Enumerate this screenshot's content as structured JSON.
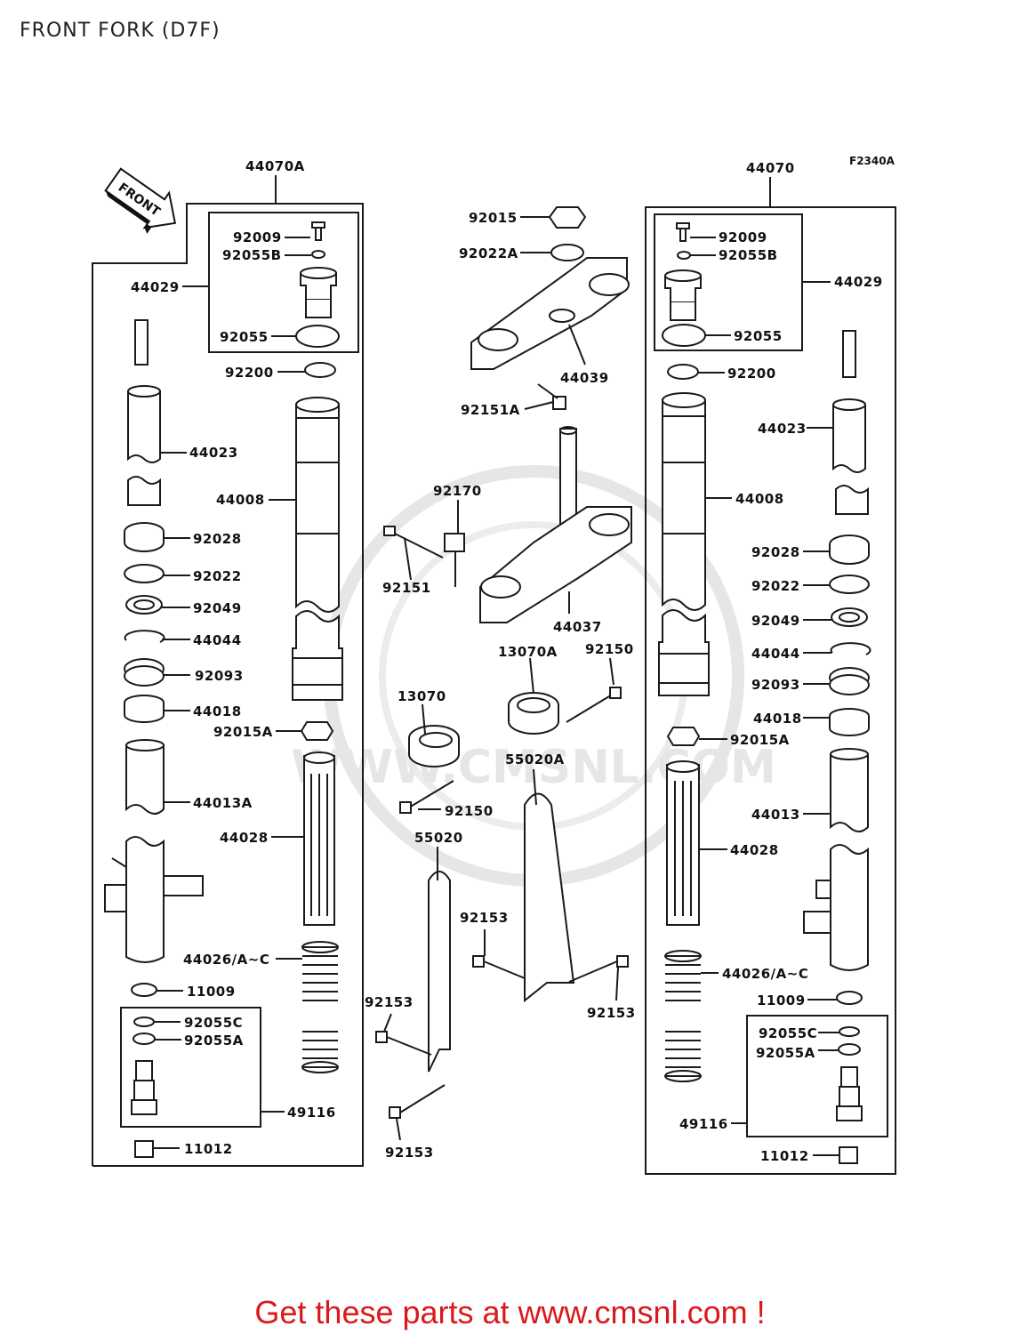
{
  "title": "FRONT FORK (D7F)",
  "figure_code": "F2340A",
  "front_label": "FRONT",
  "watermark": "WWW.CMSNL.COM",
  "footer": "Get these parts at www.cmsnl.com !",
  "labels": {
    "l44070A": "44070A",
    "l44070": "44070",
    "l92009a": "92009",
    "l92055Ba": "92055B",
    "l44029a": "44029",
    "l92055a": "92055",
    "l92200a": "92200",
    "l44023a": "44023",
    "l44008a": "44008",
    "l92028a": "92028",
    "l92022a": "92022",
    "l92049a": "92049",
    "l44044a": "44044",
    "l92093a": "92093",
    "l44018a": "44018",
    "l92015Aa": "92015A",
    "l44013A": "44013A",
    "l44028a": "44028",
    "l44026a": "44026/A~C",
    "l11009a": "11009",
    "l92055Ca": "92055C",
    "l92055Aa": "92055A",
    "l49116a": "49116",
    "l11012a": "11012",
    "l92015": "92015",
    "l92022A": "92022A",
    "l44039": "44039",
    "l92151A": "92151A",
    "l92170": "92170",
    "l92151": "92151",
    "l44037": "44037",
    "l13070A": "13070A",
    "l92150a": "92150",
    "l13070": "13070",
    "l92150b": "92150",
    "l55020A": "55020A",
    "l55020": "55020",
    "l92153a": "92153",
    "l92153b": "92153",
    "l92153c": "92153",
    "l92153d": "92153",
    "l92009b": "92009",
    "l92055Bb": "92055B",
    "l44029b": "44029",
    "l92055b": "92055",
    "l92200b": "92200",
    "l44023b": "44023",
    "l44008b": "44008",
    "l92028b": "92028",
    "l92022b": "92022",
    "l92049b": "92049",
    "l44044b": "44044",
    "l92093b": "92093",
    "l44018b": "44018",
    "l92015Ab": "92015A",
    "l44013": "44013",
    "l44028b": "44028",
    "l44026b": "44026/A~C",
    "l11009b": "11009",
    "l92055Cb": "92055C",
    "l92055Ab": "92055A",
    "l49116b": "49116",
    "l11012b": "11012"
  },
  "colors": {
    "line": "#1a1a1a",
    "footer": "#d9191c",
    "watermark": "#e4e4e4"
  }
}
